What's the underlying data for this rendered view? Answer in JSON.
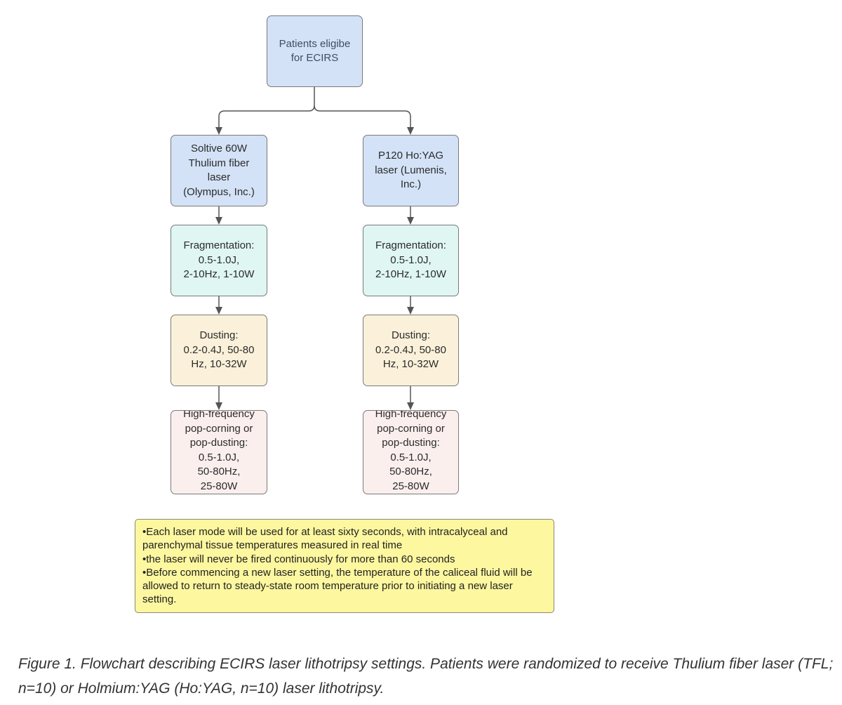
{
  "flowchart": {
    "start": {
      "text": "Patients eligibe\nfor ECIRS"
    },
    "columns": [
      {
        "laser": "Soltive 60W\nThulium fiber\nlaser\n(Olympus, Inc.)",
        "fragmentation": "Fragmentation:\n0.5-1.0J,\n2-10Hz, 1-10W",
        "dusting": "Dusting:\n0.2-0.4J, 50-80\nHz, 10-32W",
        "high_frequency": "High-frequency\npop-corning or\npop-dusting:\n0.5-1.0J,\n50-80Hz,\n25-80W"
      },
      {
        "laser": "P120 Ho:YAG\nlaser (Lumenis,\nInc.)",
        "fragmentation": "Fragmentation:\n0.5-1.0J,\n2-10Hz, 1-10W",
        "dusting": "Dusting:\n0.2-0.4J, 50-80\nHz, 10-32W",
        "high_frequency": "High-frequency\npop-corning or\npop-dusting:\n0.5-1.0J,\n50-80Hz,\n25-80W"
      }
    ],
    "notes": [
      "•Each laser mode will be used for at least sixty seconds, with intracalyceal and parenchymal tissue temperatures measured in real time",
      "•the laser will never be fired continuously for more than 60 seconds",
      "•Before commencing a new laser setting, the temperature of the caliceal fluid will be allowed to return to steady-state room temperature prior to initiating a new laser setting."
    ]
  },
  "caption": "Figure 1. Flowchart describing ECIRS laser lithotripsy settings. Patients were randomized to receive Thulium fiber laser (TFL; n=10) or Holmium:YAG (Ho:YAG, n=10) laser lithotripsy.",
  "colors": {
    "laser_box": "#d3e2f7",
    "fragmentation_box": "#dff6f3",
    "dusting_box": "#fbf1da",
    "high_frequency_box": "#fbefee",
    "notes_box": "#fdf79f"
  }
}
